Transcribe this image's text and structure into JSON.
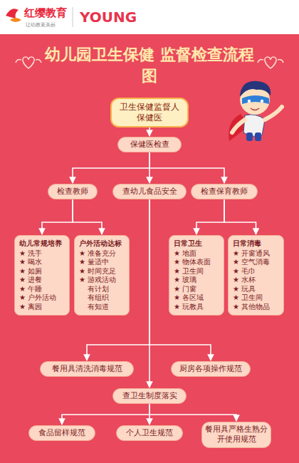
{
  "diagram": {
    "title": "幼儿园卫生保健 监督检查流程图",
    "nodes": [
      {
        "text": [
          "卫生保健监督人",
          "保健医"
        ]
      },
      {
        "text": [
          "保健医检查"
        ]
      },
      {
        "text": [
          "检查教师"
        ]
      },
      {
        "text": [
          "查幼儿食品安全"
        ]
      },
      {
        "text": [
          "检查保育教师"
        ]
      },
      {
        "text": [
          "幼儿常规培养",
          "★ 洗手",
          "★ 喝水",
          "★ 如厕",
          "★ 进餐",
          "★ 午睡",
          "★ 户外活动",
          "★ 离园"
        ]
      },
      {
        "text": [
          "户外活动达标",
          "★ 准备充分",
          "★ 量适中",
          "★ 时间充足",
          "★ 游戏活动",
          "有计划",
          "有组织",
          "有知道"
        ]
      },
      {
        "text": [
          "日常卫生",
          "★ 地面",
          "★ 物体表面",
          "★ 卫生间",
          "★ 玻璃",
          "★ 门窗",
          "★ 各区域",
          "★ 玩教具"
        ]
      },
      {
        "text": [
          "日常消毒",
          "★ 开窗通风",
          "★ 空气消毒",
          "★ 毛巾",
          "★ 水杯",
          "★ 玩具",
          "★ 卫生间",
          "★ 其他物品"
        ]
      },
      {
        "text": [
          "餐用具清洗消毒规范"
        ]
      },
      {
        "text": [
          "厨房各项操作规范"
        ]
      },
      {
        "text": [
          "查卫生制度落实"
        ]
      },
      {
        "text": [
          "食品留样规范"
        ]
      },
      {
        "text": [
          "个人卫生规范"
        ]
      },
      {
        "text": [
          "餐用具严格生熟分开使用规范"
        ]
      }
    ],
    "edges": [
      {
        "from": 0,
        "to": 1,
        "arrow": "to"
      },
      {
        "from": 1,
        "to": 2,
        "arrow": "to"
      },
      {
        "from": 1,
        "to": 3,
        "arrow": "to"
      },
      {
        "from": 1,
        "to": 4,
        "arrow": "to"
      },
      {
        "from": 2,
        "to": 5,
        "arrow": "to"
      },
      {
        "from": 2,
        "to": 6,
        "arrow": "to"
      },
      {
        "from": 4,
        "to": 7,
        "arrow": "to"
      },
      {
        "from": 4,
        "to": 8,
        "arrow": "to"
      },
      {
        "from": 3,
        "to": 9,
        "arrow": "to"
      },
      {
        "from": 3,
        "to": 10,
        "arrow": "to"
      },
      {
        "from": 3,
        "to": 11,
        "arrow": "to"
      },
      {
        "from": 11,
        "to": 12,
        "arrow": "to"
      },
      {
        "from": 11,
        "to": 13,
        "arrow": "to"
      },
      {
        "from": 11,
        "to": 14,
        "arrow": "to"
      }
    ],
    "labels": [
      "红缨教育",
      "让幼教更美丽",
      "YOUNG"
    ]
  }
}
